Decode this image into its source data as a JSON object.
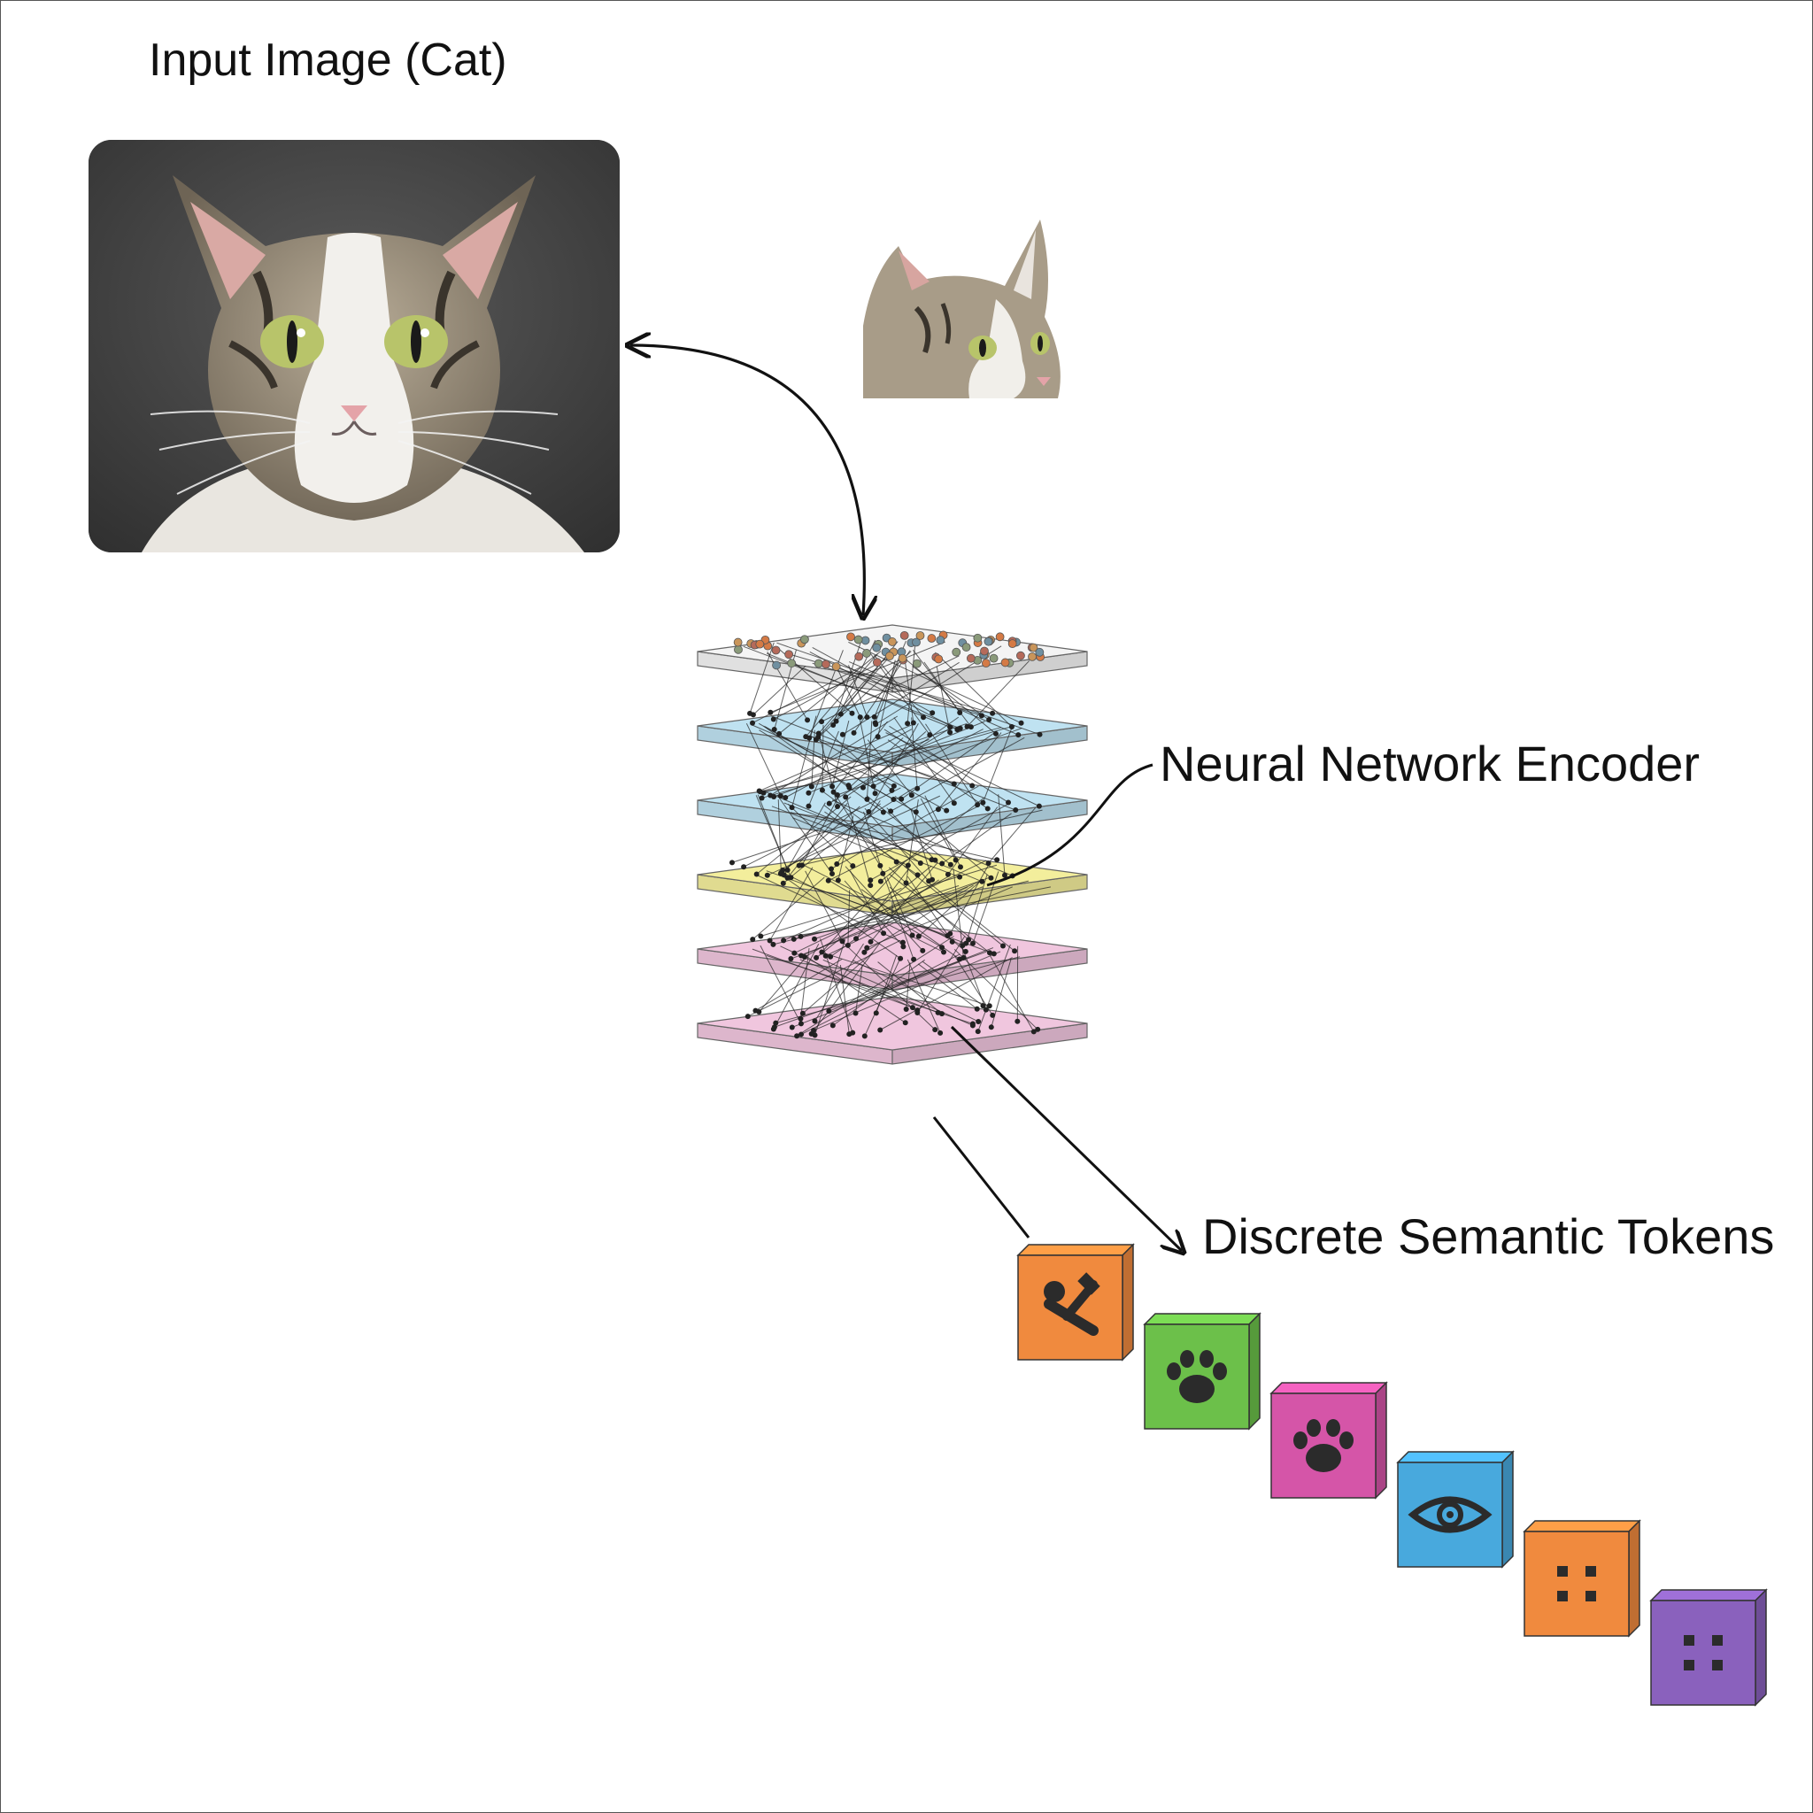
{
  "labels": {
    "input_image": "Input Image (Cat)",
    "encoder": "Neural Network Encoder",
    "tokens": "Discrete Semantic Tokens"
  },
  "colors": {
    "layer_white": "#f4f4f4",
    "layer_blue": "#bfe2f1",
    "layer_yellow": "#f3ee9c",
    "layer_pink": "#f0c6de",
    "token_orange": "#f08a3e",
    "token_green": "#6cc04a",
    "token_magenta": "#d555a8",
    "token_blue": "#48a9dd",
    "token_purple": "#8a61bd"
  },
  "encoder_layers": [
    {
      "color": "white"
    },
    {
      "color": "blue"
    },
    {
      "color": "blue"
    },
    {
      "color": "yellow"
    },
    {
      "color": "pink"
    },
    {
      "color": "pink"
    }
  ],
  "tokens": [
    {
      "color": "orange",
      "icon": "tools-icon"
    },
    {
      "color": "green",
      "icon": "paw-icon"
    },
    {
      "color": "magenta",
      "icon": "paw-icon"
    },
    {
      "color": "blue",
      "icon": "eye-icon"
    },
    {
      "color": "orange",
      "icon": "dots-icon"
    },
    {
      "color": "purple",
      "icon": "dots-icon"
    }
  ]
}
